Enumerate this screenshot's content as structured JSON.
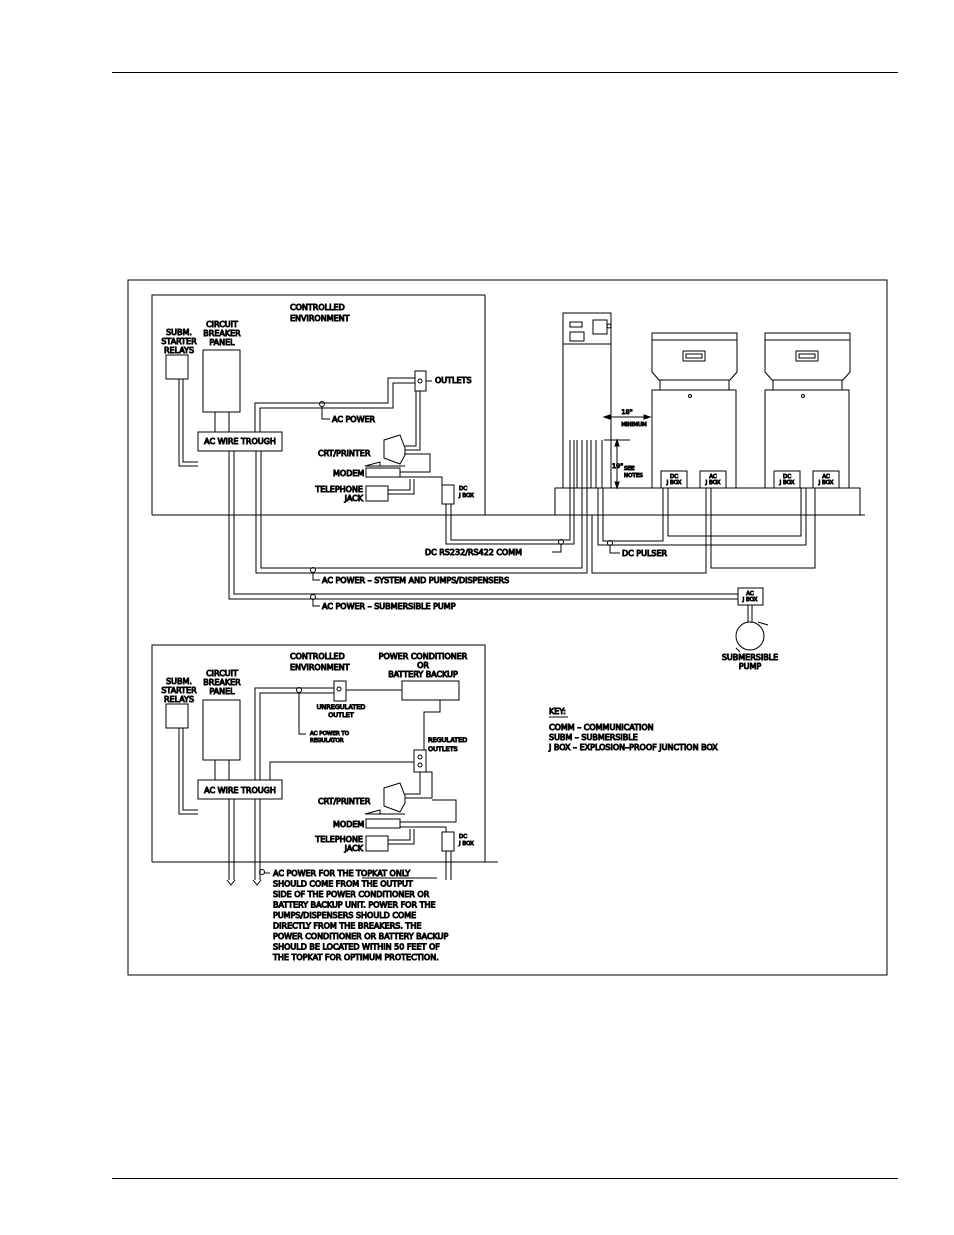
{
  "top": {
    "controlled_environment": [
      "CONTROLLED",
      "ENVIRONMENT"
    ],
    "subm_starter_relays": [
      "SUBM.",
      "STARTER",
      "RELAYS"
    ],
    "circuit_breaker_panel": [
      "CIRCUIT",
      "BREAKER",
      "PANEL"
    ],
    "outlets": "OUTLETS",
    "ac_power": "AC POWER",
    "ac_wire_trough": "AC WIRE TROUGH",
    "crt_printer": "CRT/PRINTER",
    "modem": "MODEM",
    "telephone_jack": [
      "TELEPHONE",
      "JACK"
    ],
    "dc_jbox": [
      "DC",
      "J BOX"
    ],
    "dc_rs232": "DC RS232/RS422 COMM",
    "dc_pulser": "DC PULSER",
    "ac_power_system": "AC POWER – SYSTEM AND PUMPS/DISPENSERS",
    "ac_power_sub": "AC POWER – SUBMERSIBLE PUMP",
    "ac_jbox": [
      "AC",
      "J BOX"
    ],
    "submersible_pump": [
      "SUBMERSIBLE",
      "PUMP"
    ],
    "dim_18": "18\"",
    "minimum": "MINIMUM",
    "dim_19": "19\"",
    "see_notes": [
      "SEE",
      "NOTES"
    ]
  },
  "bottom": {
    "controlled_environment": [
      "CONTROLLED",
      "ENVIRONMENT"
    ],
    "subm_starter_relays": [
      "SUBM.",
      "STARTER",
      "RELAYS"
    ],
    "circuit_breaker_panel": [
      "CIRCUIT",
      "BREAKER",
      "PANEL"
    ],
    "power_conditioner": [
      "POWER CONDITIONER",
      "OR",
      "BATTERY BACKUP"
    ],
    "unregulated_outlet": [
      "UNREGULATED",
      "OUTLET"
    ],
    "ac_power_regulator": [
      "AC POWER TO",
      "REGULATOR"
    ],
    "regulated_outlets": [
      "REGULATED",
      "OUTLETS"
    ],
    "ac_wire_trough": "AC WIRE TROUGH",
    "crt_printer": "CRT/PRINTER",
    "modem": "MODEM",
    "telephone_jack": [
      "TELEPHONE",
      "JACK"
    ],
    "dc_jbox": [
      "DC",
      "J BOX"
    ],
    "note_lines": [
      "AC POWER FOR THE TOPKAT ONLY",
      "SHOULD COME FROM THE OUTPUT",
      "SIDE OF THE POWER CONDITIONER OR",
      "BATTERY BACKUP UNIT.  POWER FOR THE",
      "PUMPS/DISPENSERS SHOULD COME",
      "DIRECTLY FROM THE BREAKERS. THE",
      "POWER CONDITIONER OR BATTERY BACKUP",
      "SHOULD BE LOCATED WITHIN 50 FEET OF",
      "THE TOPKAT FOR OPTIMUM PROTECTION."
    ],
    "note_underlined": "TOPKAT ONLY"
  },
  "key": {
    "title": "KEY:",
    "items": [
      "COMM – COMMUNICATION",
      "SUBM – SUBMERSIBLE",
      "J BOX – EXPLOSION–PROOF JUNCTION BOX"
    ]
  },
  "dispensers": {
    "jbox_labels": [
      [
        "DC",
        "J BOX"
      ],
      [
        "AC",
        "J BOX"
      ],
      [
        "DC",
        "J BOX"
      ],
      [
        "AC",
        "J BOX"
      ]
    ]
  }
}
